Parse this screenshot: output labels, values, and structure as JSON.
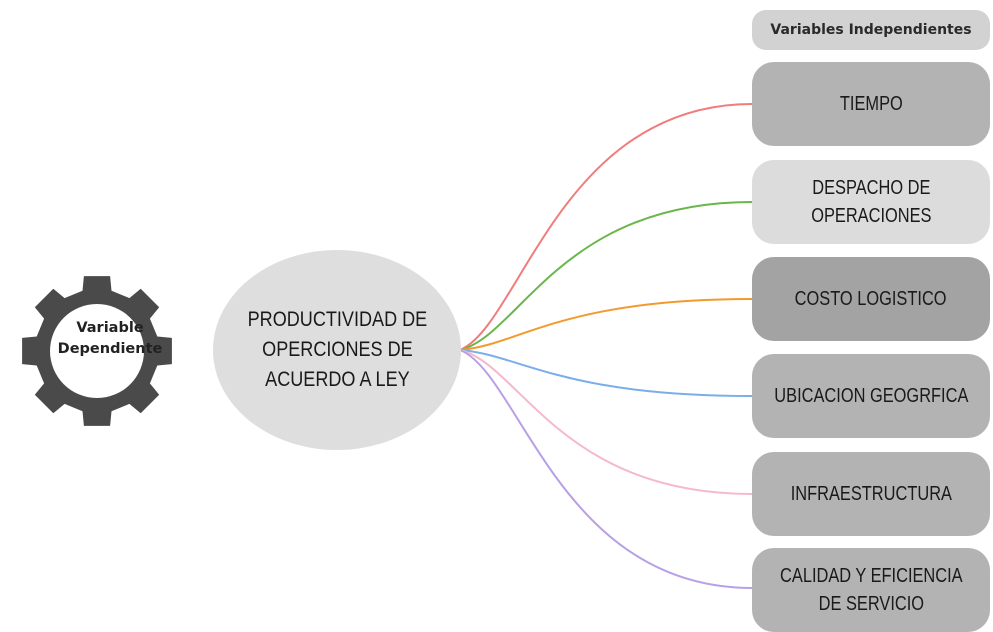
{
  "dependent": {
    "label": "Variable\nDependiente",
    "line1": "Variable",
    "line2": "Dependiente"
  },
  "central": {
    "text": "PRODUCTIVIDAD DE\nOPERCIONES DE\nACUERDO A LEY"
  },
  "independents": {
    "title": "Variables Independientes",
    "items": [
      {
        "label": "TIEMPO",
        "connector_color": "#f07c7c",
        "fill": "#b3b3b3"
      },
      {
        "label": "DESPACHO DE\nOPERACIONES",
        "connector_color": "#6ab64a",
        "fill": "#dcdcdc"
      },
      {
        "label": "COSTO LOGISTICO",
        "connector_color": "#f29a2e",
        "fill": "#a3a3a3"
      },
      {
        "label": "UBICACION GEOGRFICA",
        "connector_color": "#7aaee8",
        "fill": "#b3b3b3"
      },
      {
        "label": "INFRAESTRUCTURA",
        "connector_color": "#f5b8cc",
        "fill": "#b3b3b3"
      },
      {
        "label": "CALIDAD Y EFICIENCIA\nDE SERVICIO",
        "connector_color": "#b9a0e6",
        "fill": "#b3b3b3"
      }
    ]
  },
  "colors": {
    "gear": "#4a4a4a",
    "gear_center": "#ffffff",
    "central_fill": "#dedede",
    "header_fill": "#d2d2d2"
  }
}
